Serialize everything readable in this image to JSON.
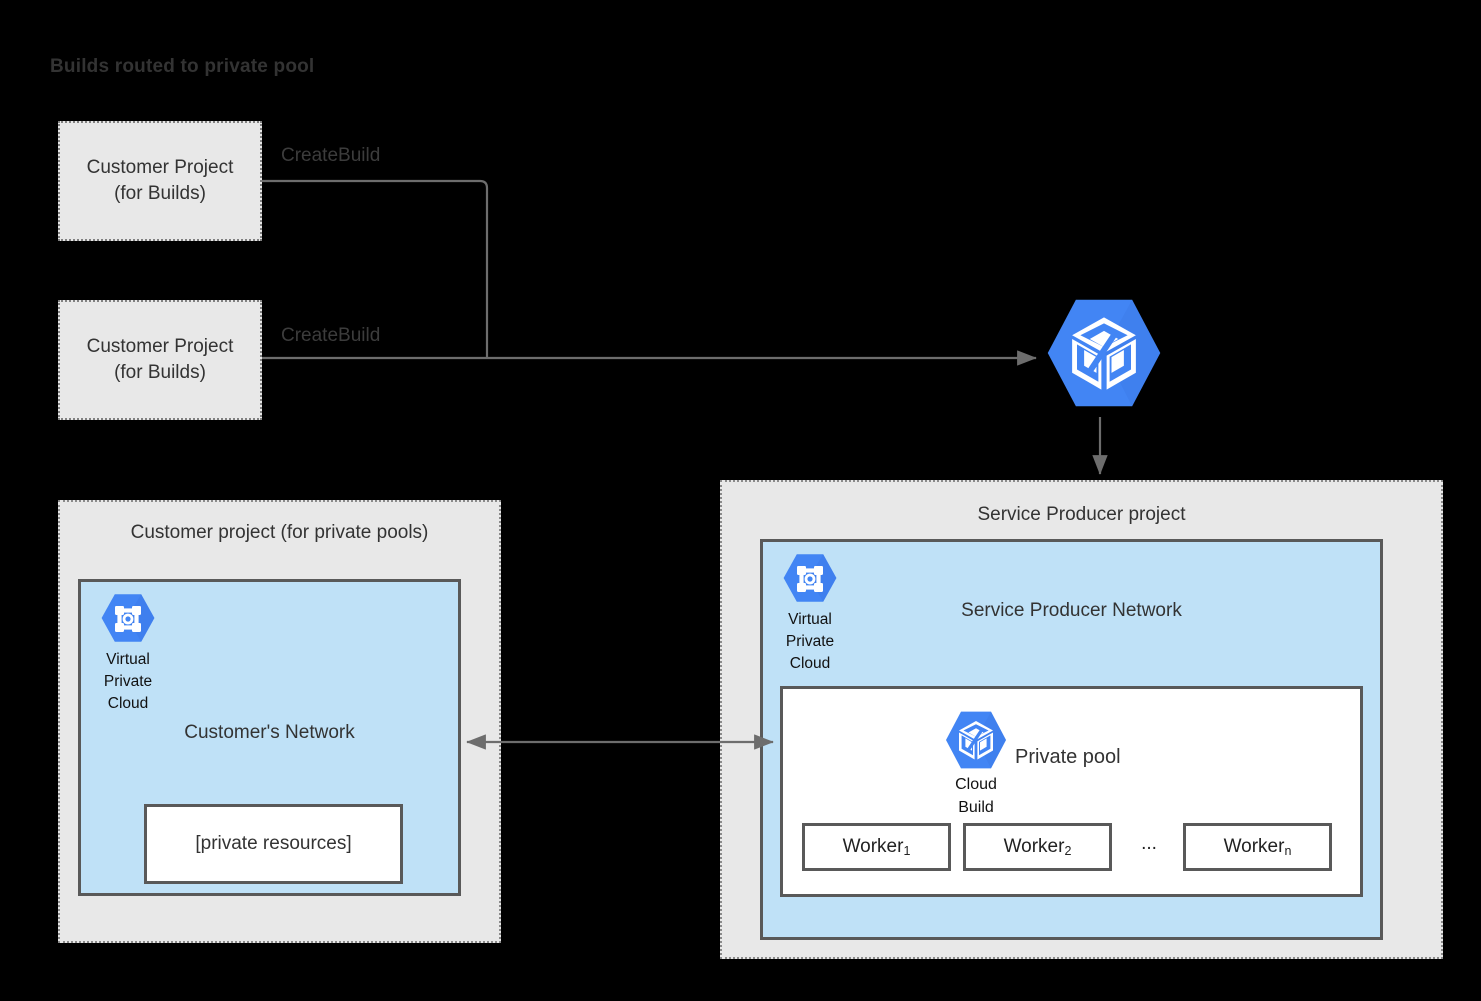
{
  "title": "Builds routed to private pool",
  "colors": {
    "background": "#000000",
    "project_fill": "#e8e8e8",
    "project_border": "#8a8a8a",
    "network_fill": "#bfe1f7",
    "network_border": "#595959",
    "box_fill": "#ffffff",
    "connector": "#6d6d6d",
    "gcp_blue": "#4285f4",
    "text": "#333333"
  },
  "customer_build_projects": [
    {
      "label_line1": "Customer Project",
      "label_line2": "(for Builds)",
      "edge_label": "CreateBuild"
    },
    {
      "label_line1": "Customer Project",
      "label_line2": "(for Builds)",
      "edge_label": "CreateBuild"
    }
  ],
  "cloud_build_service": {
    "icon": "cloud-build-icon"
  },
  "customer_private_pools_project": {
    "title": "Customer project (for private pools)",
    "network": {
      "title": "Customer's Network",
      "vpc_icon": "virtual-private-cloud-icon",
      "vpc_caption_line1": "Virtual",
      "vpc_caption_line2": "Private",
      "vpc_caption_line3": "Cloud",
      "resources_box": "[private resources]"
    }
  },
  "service_producer_project": {
    "title": "Service Producer project",
    "network": {
      "title": "Service Producer Network",
      "vpc_icon": "virtual-private-cloud-icon",
      "vpc_caption_line1": "Virtual",
      "vpc_caption_line2": "Private",
      "vpc_caption_line3": "Cloud"
    },
    "private_pool": {
      "title": "Private pool",
      "cloud_build_icon": "cloud-build-icon",
      "cb_caption_line1": "Cloud",
      "cb_caption_line2": "Build",
      "workers": [
        {
          "name": "Worker",
          "subscript": "1"
        },
        {
          "name": "Worker",
          "subscript": "2"
        },
        {
          "name": "Worker",
          "subscript": "n"
        }
      ],
      "ellipsis": "..."
    }
  },
  "connections": [
    {
      "from": "customer-project-1",
      "to": "cloud-build-service",
      "label": "CreateBuild",
      "arrow": "single"
    },
    {
      "from": "customer-project-2",
      "to": "cloud-build-service",
      "label": "CreateBuild",
      "arrow": "single"
    },
    {
      "from": "cloud-build-service",
      "to": "service-producer-project",
      "label": "",
      "arrow": "single"
    },
    {
      "from": "customers-network",
      "to": "private-pool",
      "label": "",
      "arrow": "double"
    }
  ]
}
